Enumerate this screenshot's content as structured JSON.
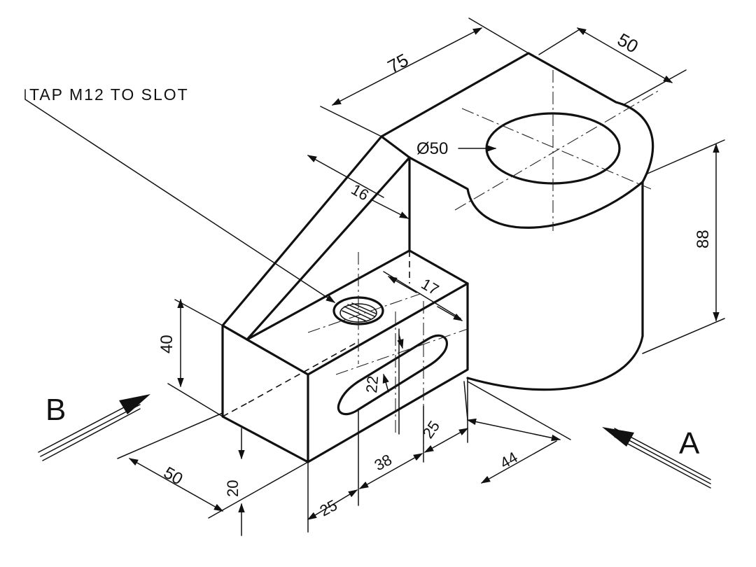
{
  "note": "TAP M12 TO SLOT",
  "dimensions": {
    "top_length": "75",
    "top_width": "50",
    "bore_diameter": "Ø50",
    "cylinder_height": "88",
    "rib_thickness": "16",
    "hole_offset": "17",
    "slot_width": "22",
    "block_height": "40",
    "block_depth": "50",
    "slot_height_offset": "20",
    "slot_start": "25",
    "slot_length": "38",
    "slot_end": "25",
    "block_to_cylinder": "44"
  },
  "view_labels": {
    "a": "A",
    "b": "B"
  }
}
